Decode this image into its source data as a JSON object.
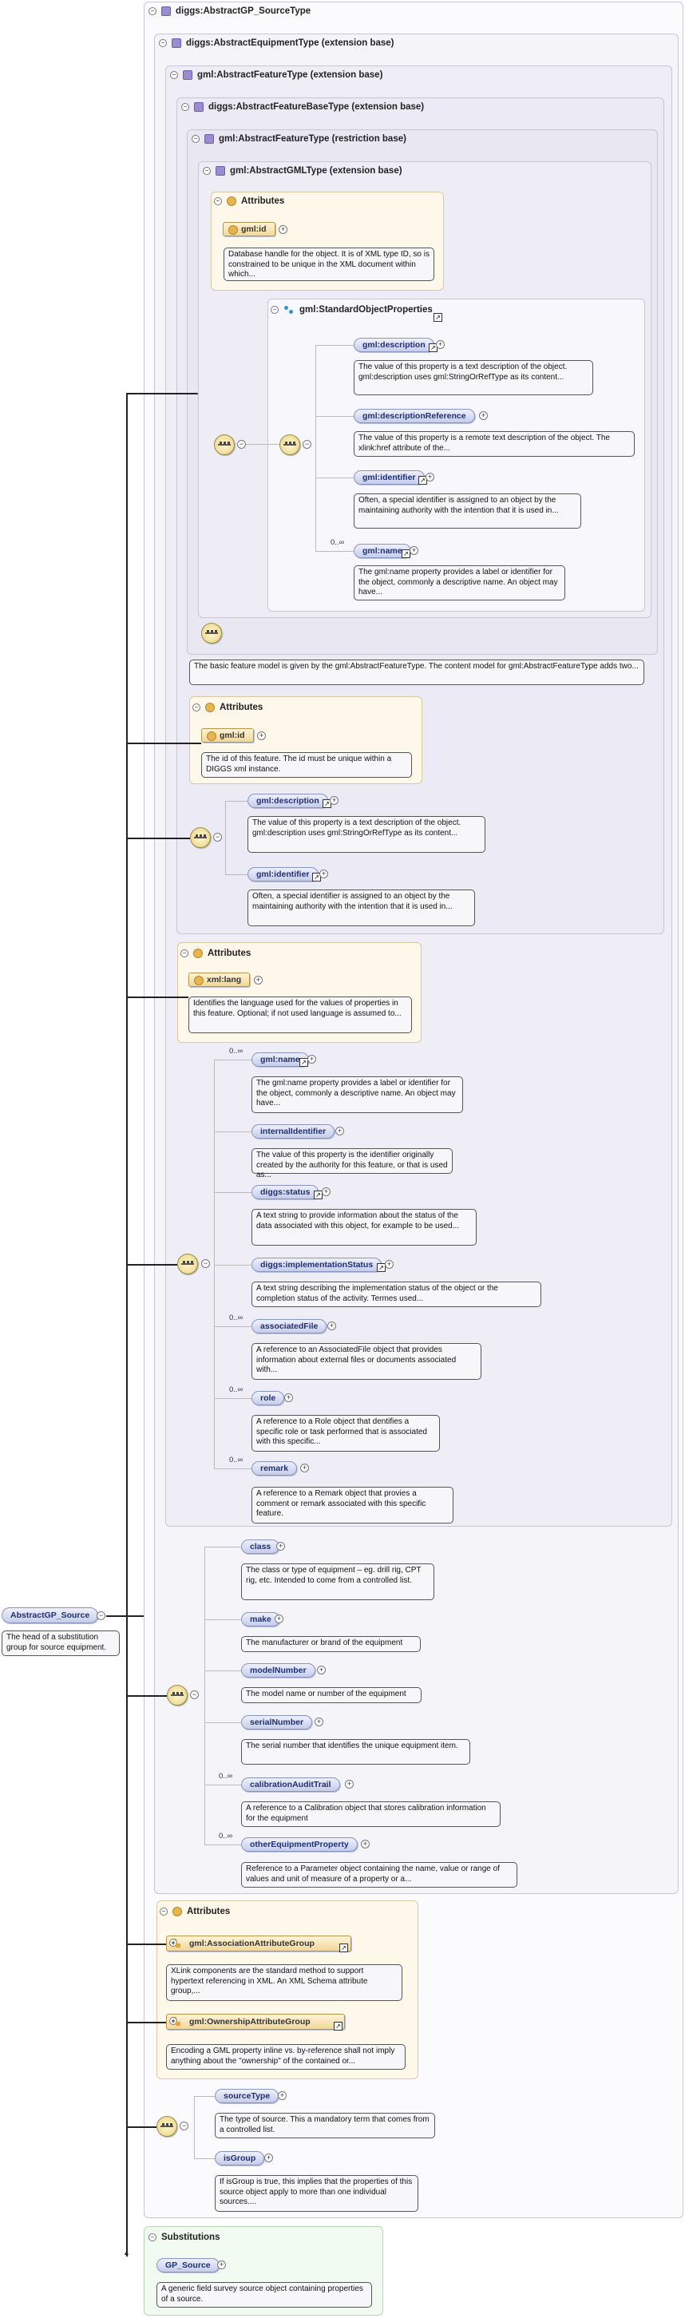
{
  "root": {
    "type_header": "diggs:AbstractGP_SourceType",
    "element_name": "AbstractGP_Source",
    "element_desc": "The head of a substitution group for source equipment."
  },
  "headers": {
    "equip": "diggs:AbstractEquipmentType (extension base)",
    "feature": "gml:AbstractFeatureType (extension base)",
    "feature_base": "diggs:AbstractFeatureBaseType (extension base)",
    "gml_feature": "gml:AbstractFeatureType (restriction base)",
    "gml_gml": "gml:AbstractGMLType (extension base)",
    "attributes": "Attributes",
    "std_props": "gml:StandardObjectProperties",
    "substitutions": "Substitutions"
  },
  "gml_attrs": {
    "id_name": "gml:id",
    "id_desc": "Database handle for the object. It is of XML type ID, so is constrained to be unique in the XML document within which..."
  },
  "std": [
    {
      "name": "gml:description",
      "desc": "The value of this property is a text description of the object. gml:description uses gml:StringOrRefType as its content...",
      "card": ""
    },
    {
      "name": "gml:descriptionReference",
      "desc": "The value of this property is a remote text description of the object. The xlink:href attribute of the...",
      "card": ""
    },
    {
      "name": "gml:identifier",
      "desc": "Often, a special identifier is assigned to an object by the maintaining authority with the intention that it is used in...",
      "card": ""
    },
    {
      "name": "gml:name",
      "desc": "The gml:name property provides a label or identifier for the object, commonly a descriptive name. An object may have...",
      "card": "0..∞"
    }
  ],
  "feature_note": "The basic feature model is given by the gml:AbstractFeatureType. The content model for gml:AbstractFeatureType adds two...",
  "fb_attrs": {
    "id_name": "gml:id",
    "id_desc": "The id of this feature. The id must be unique within a DIGGS xml instance."
  },
  "fb_seq": [
    {
      "name": "gml:description",
      "desc": "The value of this property is a text description of the object. gml:description uses gml:StringOrRefType as its content..."
    },
    {
      "name": "gml:identifier",
      "desc": "Often, a special identifier is assigned to an object by the maintaining authority with the intention that it is used in..."
    }
  ],
  "lang": {
    "name": "xml:lang",
    "desc": "Identifies the language used for the values of properties in this feature. Optional; if not used language is assumed to..."
  },
  "feat_seq": [
    {
      "name": "gml:name",
      "desc": "The gml:name property provides a label or identifier for the object, commonly a descriptive name. An object may have...",
      "card": "0..∞"
    },
    {
      "name": "internalIdentifier",
      "desc": "The value of this property is the identifier originally created by the authority for this feature, or that is used as...",
      "card": ""
    },
    {
      "name": "diggs:status",
      "desc": "A text string to provide information about the status of the data associated with this object, for example to be used...",
      "card": ""
    },
    {
      "name": "diggs:implementationStatus",
      "desc": "A text string describing the implementation status of the object or the completion status of the activity. Termes used...",
      "card": ""
    },
    {
      "name": "associatedFile",
      "desc": "A reference to an AssociatedFile object that provides information about external files or documents associated with...",
      "card": "0..∞"
    },
    {
      "name": "role",
      "desc": "A reference to a Role object that dentifies a specific role or task performed that is associated with this specific...",
      "card": "0..∞"
    },
    {
      "name": "remark",
      "desc": "A reference to a Remark object that provies a comment or remark associated with this specific feature.",
      "card": "0..∞"
    }
  ],
  "equip_seq": [
    {
      "name": "class",
      "desc": "The class or type of equipment – eg. drill rig, CPT rig, etc. Intended to come from a controlled list.",
      "card": ""
    },
    {
      "name": "make",
      "desc": "The manufacturer or brand of the equipment",
      "card": ""
    },
    {
      "name": "modelNumber",
      "desc": "The model name or number of the equipment",
      "card": ""
    },
    {
      "name": "serialNumber",
      "desc": "The serial number that identifies the unique equipment item.",
      "card": ""
    },
    {
      "name": "calibrationAuditTrail",
      "desc": "A reference to a Calibration object that stores calibration information for the equipment",
      "card": "0..∞"
    },
    {
      "name": "otherEquipmentProperty",
      "desc": "Reference to a Parameter object containing the name, value or range of values and unit of measure of a property or a...",
      "card": "0..∞"
    }
  ],
  "src_attrs": [
    {
      "name": "gml:AssociationAttributeGroup",
      "desc": "XLink components are the standard method to support hypertext referencing in XML. An XML Schema attribute group,..."
    },
    {
      "name": "gml:OwnershipAttributeGroup",
      "desc": "Encoding a GML property inline vs. by-reference shall not imply anything about the \"ownership\" of the contained or..."
    }
  ],
  "src_seq": [
    {
      "name": "sourceType",
      "desc": "The type of source. This a mandatory term that comes from a controlled list."
    },
    {
      "name": "isGroup",
      "desc": "If isGroup is true, this implies that the properties of this source object apply to more than one individual sources...."
    }
  ],
  "subst": {
    "name": "GP_Source",
    "desc": "A generic field survey source object containing properties of a source."
  }
}
